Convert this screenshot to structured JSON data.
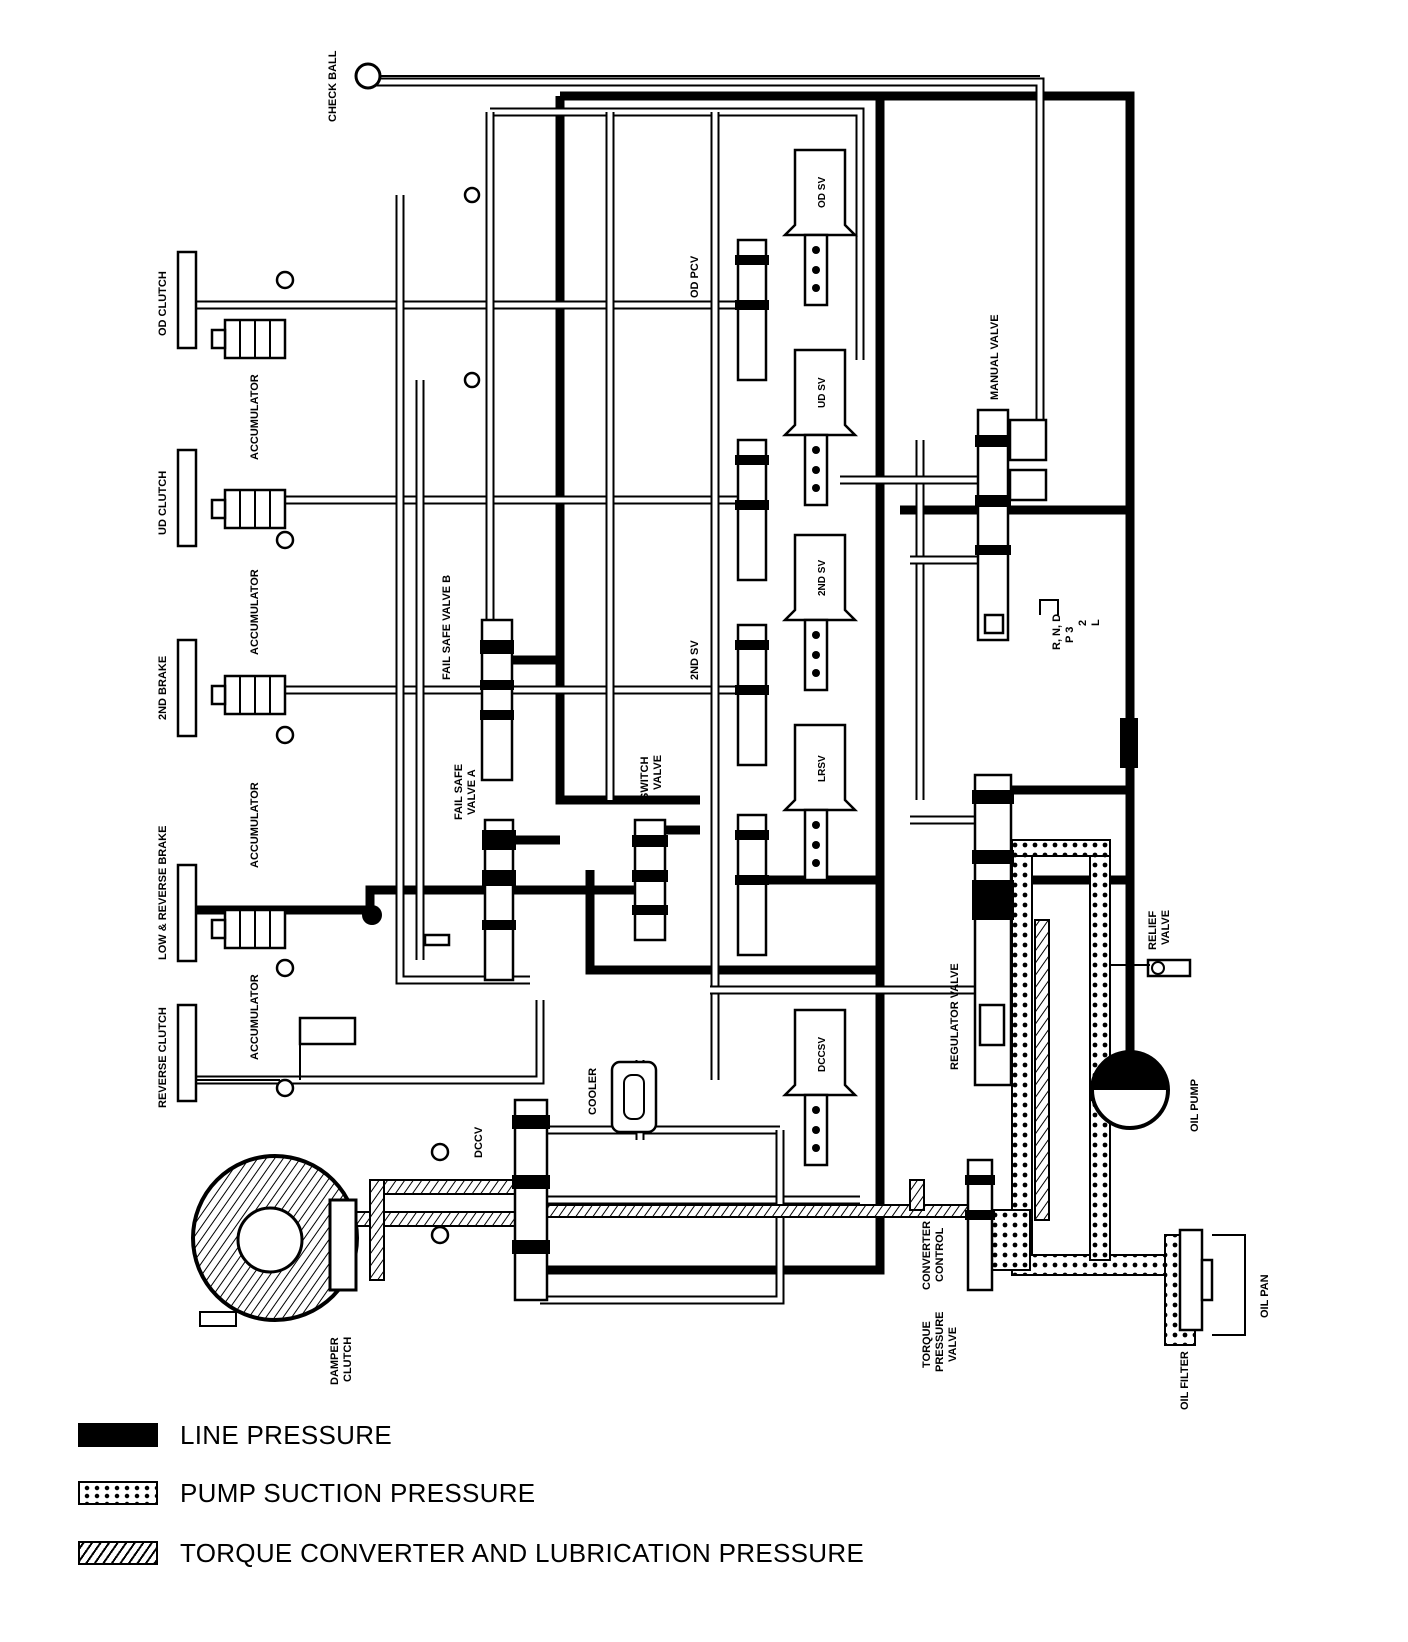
{
  "diagram": {
    "left_labels": {
      "od_clutch": "OD CLUTCH",
      "ud_clutch": "UD CLUTCH",
      "second_brake": "2ND BRAKE",
      "low_reverse_brake": "LOW & REVERSE BRAKE",
      "reverse_clutch": "REVERSE CLUTCH",
      "accumulator": "ACCUMULATOR"
    },
    "top_labels": {
      "check_ball": "CHECK BALL"
    },
    "valve_labels": {
      "fail_safe_b": "FAIL SAFE VALVE B",
      "fail_safe_a_1": "FAIL SAFE",
      "fail_safe_a_2": "VALVE A",
      "switch_valve_1": "SWITCH",
      "switch_valve_2": "VALVE",
      "od_pcv": "OD PCV",
      "second_sv_side": "2ND SV",
      "manual_valve": "MANUAL VALVE",
      "regulator_valve": "REGULATOR VALVE",
      "relief_valve_1": "RELIEF",
      "relief_valve_2": "VALVE",
      "oil_pump": "OIL PUMP",
      "oil_pan": "OIL PAN",
      "oil_filter": "OIL FILTER",
      "torque_pressure_1": "TORQUE",
      "torque_pressure_2": "PRESSURE",
      "torque_pressure_3": "VALVE",
      "converter_control_1": "CONVERTER",
      "converter_control_2": "CONTROL",
      "cooler": "COOLER",
      "dccv": "DCCV",
      "damper_clutch_1": "DAMPER",
      "damper_clutch_2": "CLUTCH"
    },
    "solenoids": {
      "od_sv": "OD SV",
      "ud_sv": "UD SV",
      "second_sv": "2ND SV",
      "lrsv": "LRSV",
      "dccsv": "DCCSV"
    },
    "shift_positions": {
      "line1": "R, N, D",
      "line2": "P  3",
      "line3": "2",
      "line4": "L"
    }
  },
  "legend": {
    "line_pressure": "LINE PRESSURE",
    "pump_suction": "PUMP SUCTION PRESSURE",
    "torque_converter": "TORQUE CONVERTER AND LUBRICATION PRESSURE"
  }
}
